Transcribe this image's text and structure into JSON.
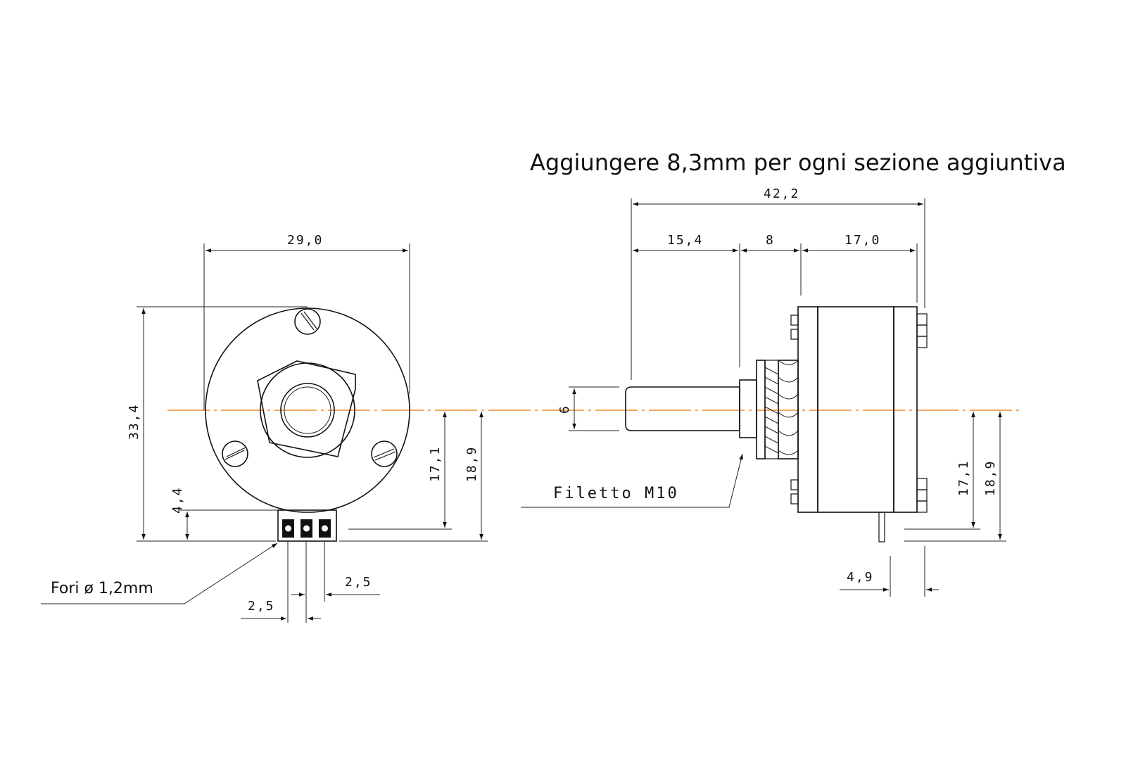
{
  "title": "Aggiungere 8,3mm per ogni sezione aggiuntiva",
  "front_view": {
    "width": "29,0",
    "height": "33,4",
    "terminal_height": "4,4",
    "center_to_terminal": "17,1",
    "center_to_base": "18,9",
    "pin_pitch_right": "2,5",
    "pin_pitch_left": "2,5",
    "holes_note": "Fori ø 1,2mm"
  },
  "side_view": {
    "overall_length": "42,2",
    "shaft_length": "15,4",
    "bushing_length": "8",
    "body_length": "17,0",
    "shaft_diameter": "6",
    "thread_note": "Filetto M10",
    "center_to_terminal": "17,1",
    "center_to_base": "18,9",
    "terminal_offset": "4,9"
  },
  "colors": {
    "center_line": "#f08a2c",
    "line": "#111111"
  }
}
